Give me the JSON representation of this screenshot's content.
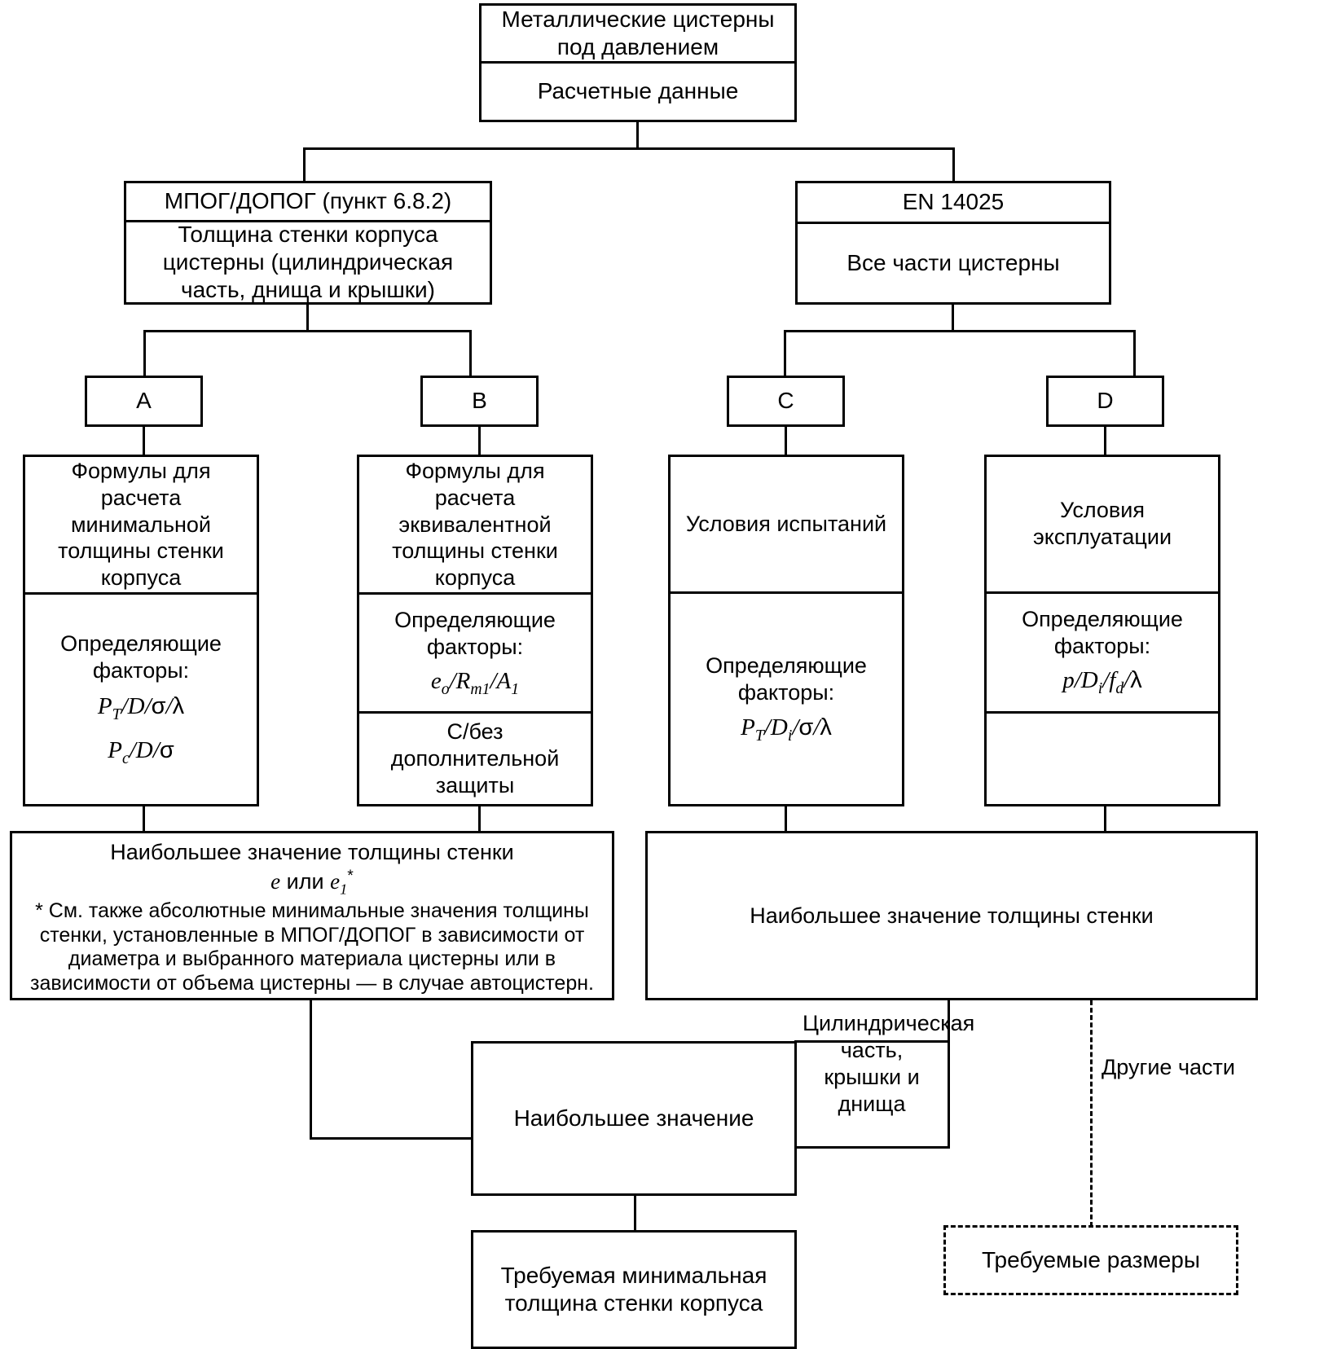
{
  "diagram": {
    "title_node": {
      "header": "Металлические цистерны под давлением",
      "sub": "Расчетные данные"
    },
    "standards": [
      {
        "id": "mpog",
        "header": "МПОГ/ДОПОГ (пункт 6.8.2)",
        "body": "Толщина стенки корпуса цистерны (цилиндрическая часть, днища и крышки)"
      },
      {
        "id": "en14025",
        "header": "EN 14025",
        "body": "Все части цистерны"
      }
    ],
    "branch_labels": {
      "a": "A",
      "b": "B",
      "c": "C",
      "d": "D"
    },
    "columns": [
      {
        "key": "a",
        "top": "Формулы для расчета минимальной толщины стенки корпуса",
        "factors_label": "Определяющие факторы:",
        "formulas": [
          "P_T/D/σ/λ",
          "P_c/D/σ"
        ],
        "extra": null
      },
      {
        "key": "b",
        "top": "Формулы для расчета эквивалентной толщины стенки корпуса",
        "factors_label": "Определяющие факторы:",
        "formulas": [
          "e_o/R_m1/A_1"
        ],
        "extra": "С/без дополнительной защиты"
      },
      {
        "key": "c",
        "top": "Условия испытаний",
        "factors_label": "Определяющие факторы:",
        "formulas": [
          "P_T/D_i/σ/λ"
        ],
        "extra": null
      },
      {
        "key": "d",
        "top": "Условия эксплуатации",
        "factors_label": "Определяющие факторы:",
        "formulas": [
          "p/D_i/f_d/λ"
        ],
        "extra": ""
      }
    ],
    "left_result": {
      "line1": "Наибольшее значение толщины стенки",
      "line2_prefix": "e",
      "line2_mid": " или ",
      "line2_sub": "e",
      "line2_subscript": "1",
      "line2_star": "*",
      "note": "* См. также абсолютные минимальные значения толщины стенки, установленные в МПОГ/ДОПОГ в зависимости от диаметра и выбранного материала цистерны или в зависимости от объема цистерны — в случае автоцистерн."
    },
    "right_result": {
      "text": "Наибольшее значение толщины стенки"
    },
    "edge_labels": {
      "cylindrical": "Цилиндрическая часть, крышки и днища",
      "other_parts": "Другие части"
    },
    "merge_node": {
      "text": "Наибольшее значение"
    },
    "final_node": {
      "text": "Требуемая минимальная толщина стенки корпуса"
    },
    "dashed_node": {
      "text": "Требуемые размеры"
    }
  }
}
